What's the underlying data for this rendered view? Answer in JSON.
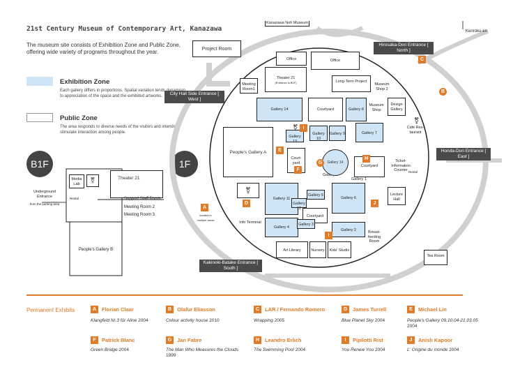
{
  "header": {
    "title": "21st Century Museum of Contemporary Art, Kanazawa",
    "intro": "The museum site consists of Exhibition Zone and Public Zone, offering wide variety of programs throughout the year."
  },
  "legend": {
    "exhibition": {
      "title": "Exhibition Zone",
      "desc": "Each gallery differs in proportions. Spatial variation lends dynamism to appreciation of the space and the exhibited artworks.",
      "color": "#cfe5f5"
    },
    "public": {
      "title": "Public Zone",
      "desc": "The area responds to diverse needs of the visitors and intends to stimulate interaction among people."
    }
  },
  "floors": {
    "b1": "B1F",
    "f1": "1F"
  },
  "landmarks": {
    "noh": "Kanazawa Noh Museum",
    "kenroku": "Kenroku-en",
    "project_room": "Project Room",
    "tea_room": "Tea Room"
  },
  "entrances": {
    "north": "Hirosaka-Dori Entrance [ North ]",
    "west": "City Hall Side Entrance [ West ]",
    "east": "Honda-Dori Entrance [ East ]",
    "south": "Kakinoki-Batake Entrance [ South ]",
    "underground": "Underground Entrance",
    "underground_sub": "from the parking area"
  },
  "b1_rooms": {
    "media_lab": "Media Lab",
    "theater21": "Theater 21",
    "support": "Support Staff Room",
    "meeting2": "Meeting Room 2",
    "meeting3": "Meeting Room 3",
    "peoples_b": "People's Gallery B",
    "rental": "Rental"
  },
  "f1_rooms": {
    "office1": "Office",
    "office2": "Office",
    "theater21": "Theater 21",
    "theater21_sub": "(Entrance is B1F)",
    "meeting1": "Meeting Room1",
    "longterm": "Long-Term Project",
    "shop2": "Museum Shop 2",
    "design": "Design Gallery",
    "museum_shop": "Museum Shop",
    "cafe": "Café Res-taurant",
    "peoples_a": "People's Gallery A",
    "courtyard1": "Courtyard",
    "courtyard2": "Court-yard",
    "courtyard3": "Courtyard",
    "courtyard4": "Courtyard",
    "ticket": "Ticket-Information Counter",
    "lecture": "Lecture Hall",
    "info": "Info Terminal",
    "breast": "Breast-feeding Room",
    "art_library": "Art Library",
    "nursery": "Nursery",
    "kids": "Kids' Studio",
    "rental": "Rental",
    "located": "located in multiple areas",
    "galleries": {
      "g1": "Gallery 1",
      "g2": "Gallery 2",
      "g3": "Gallery 3",
      "g4": "Gallery 4",
      "g5": "Gallery 5",
      "g6": "Gallery 6",
      "g7": "Gallery 7",
      "g8": "Gallery 8",
      "g9": "Gallery 9",
      "g10": "Gallery 10",
      "g11": "Gallery 11",
      "g12": "Gallery 12",
      "g13": "Gallery 13",
      "g14": "Gallery 14"
    }
  },
  "permanent": {
    "title": "Permanent Exhibits",
    "items": [
      {
        "letter": "A",
        "artist": "Florian Claar",
        "work": "Klangfeld Nr.3 für Aline",
        "year": "2004"
      },
      {
        "letter": "B",
        "artist": "Olafur Eliasson",
        "work": "Colour activity house",
        "year": "2010"
      },
      {
        "letter": "C",
        "artist": "LAR / Fernando Romero",
        "work": "Wrapping",
        "year": "2005"
      },
      {
        "letter": "D",
        "artist": "James Turrell",
        "work": "Blue Planet Sky",
        "year": "2004"
      },
      {
        "letter": "E",
        "artist": "Michael Lin",
        "work": "People's Gallery 09.10.04-21.03.05",
        "year": "2004"
      },
      {
        "letter": "F",
        "artist": "Patrick Blanc",
        "work": "Green Bridge",
        "year": "2004"
      },
      {
        "letter": "G",
        "artist": "Jan Fabre",
        "work": "The Man Who Measures the Clouds",
        "year": "1999"
      },
      {
        "letter": "H",
        "artist": "Leandro Erlich",
        "work": "The Swimming Pool",
        "year": "2004"
      },
      {
        "letter": "I",
        "artist": "Pipilotti Rist",
        "work": "You Renew You",
        "year": "2004"
      },
      {
        "letter": "J",
        "artist": "Anish Kapoor",
        "work": "L' Origine du monde",
        "year": "2004"
      }
    ]
  },
  "colors": {
    "accent": "#e07b28",
    "gallery": "#cfe5f5",
    "dark": "#4a4a4a"
  }
}
